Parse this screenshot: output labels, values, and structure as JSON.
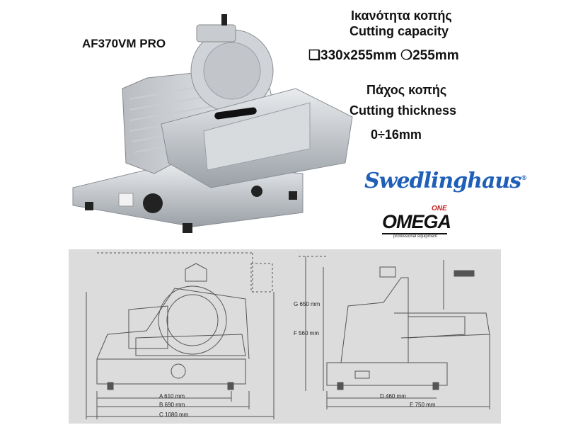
{
  "header": {
    "model": "AF370VM PRO"
  },
  "specs": {
    "capacity_greek": "Ικανότητα κοπής",
    "capacity_english": "Cutting capacity",
    "capacity_value": "❏330x255mm ❍255mm",
    "thickness_greek": "Πάχος κοπής",
    "thickness_english": "Cutting thickness",
    "thickness_value": "0÷16mm"
  },
  "brand": {
    "name": "Swedlinghaus",
    "registered_mark": "®",
    "dealer_one": "ONE",
    "dealer_name": "OMEGA",
    "dealer_tagline": "professional equipment",
    "name_color": "#1f5fb8",
    "accent_color": "#c81d1d"
  },
  "dimensions": {
    "a": "A 610 mm",
    "b": "B 690 mm",
    "c": "C 1080 mm",
    "d": "D 460 mm",
    "e": "E 750 mm",
    "f": "F 560 mm",
    "g": "G 650 mm"
  }
}
